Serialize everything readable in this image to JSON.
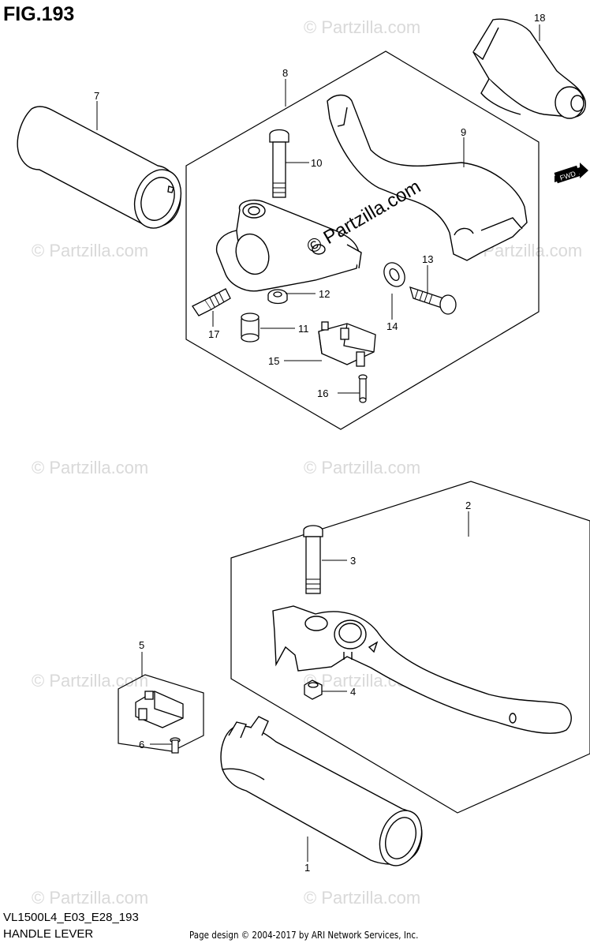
{
  "figure": {
    "title": "FIG.193",
    "model_code": "VL1500L4_E03_E28_193",
    "name": "HANDLE LEVER",
    "credit": "Page design © 2004-2017 by ARI Network Services, Inc."
  },
  "watermark": {
    "text": "© Partzilla.com",
    "center_text": "© Partzilla.com"
  },
  "fwd_badge": "FWD",
  "callouts": [
    "1",
    "2",
    "3",
    "4",
    "5",
    "6",
    "7",
    "8",
    "9",
    "10",
    "11",
    "12",
    "13",
    "14",
    "15",
    "16",
    "17",
    "18"
  ]
}
